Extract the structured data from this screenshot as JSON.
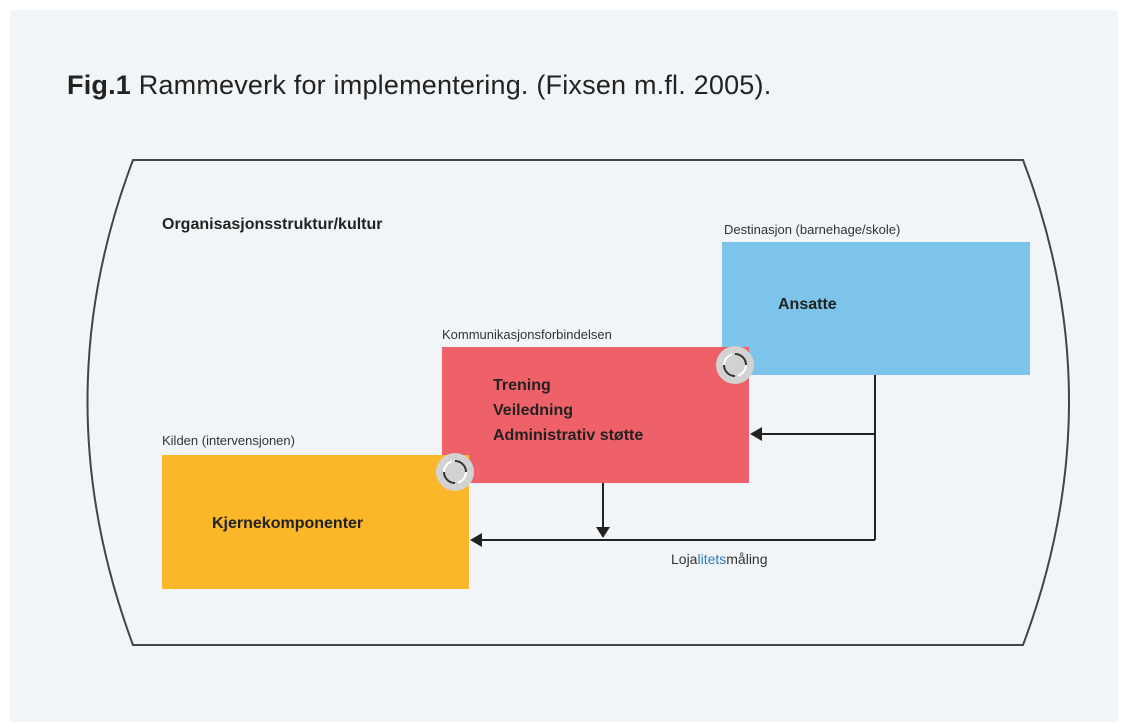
{
  "title": {
    "prefix": "Fig.1",
    "text": "Rammeverk for implementering. (Fixsen m.fl. 2005)."
  },
  "diagram": {
    "context_label": "Organisasjonsstruktur/kultur",
    "destination": {
      "caption": "Destinasjon (barnehage/skole)",
      "label": "Ansatte",
      "color": "#7cc4ea"
    },
    "communication": {
      "caption": "Kommunikasjonsforbindelsen",
      "lines": [
        "Trening",
        "Veiledning",
        "Administrativ støtte"
      ],
      "color": "#ef6169"
    },
    "source": {
      "caption": "Kilden (intervensjonen)",
      "label": "Kjernekomponenter",
      "color": "#fbb62a"
    },
    "feedback": {
      "label_part1": "Loja",
      "label_part2": "litets",
      "label_part3": "måling"
    },
    "cycle_icon_name": "refresh-cycle-icon"
  }
}
